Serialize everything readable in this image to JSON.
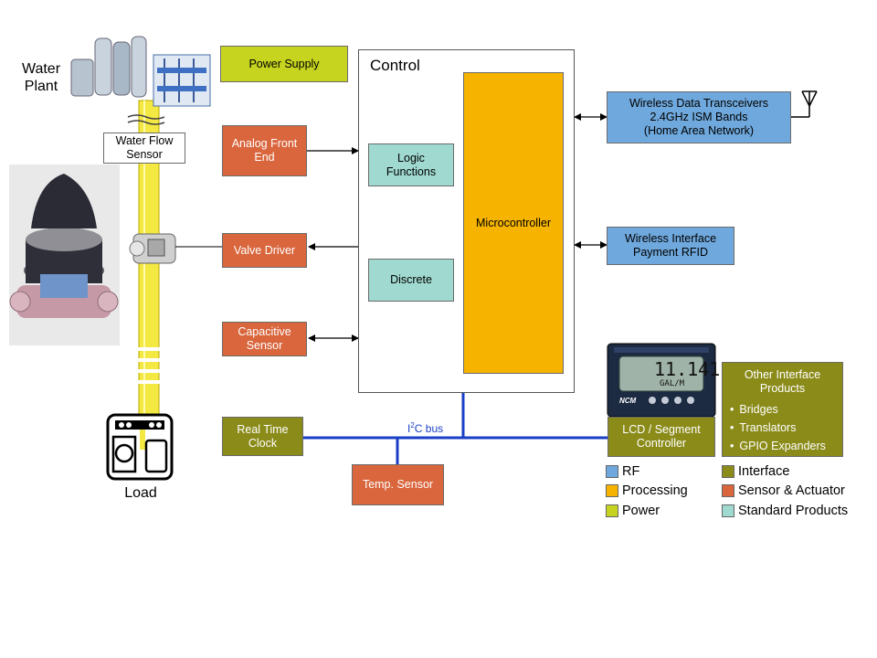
{
  "labels": {
    "water_plant": "Water\nPlant",
    "load": "Load",
    "control": "Control",
    "i2c_prefix": "I",
    "i2c_sup": "2",
    "i2c_suffix": "C bus"
  },
  "blocks": {
    "power_supply": "Power Supply",
    "water_flow_sensor": "Water Flow\nSensor",
    "analog_front_end": "Analog Front\nEnd",
    "valve_driver": "Valve Driver",
    "capacitive_sensor": "Capacitive\nSensor",
    "logic_functions": "Logic\nFunctions",
    "discrete": "Discrete",
    "microcontroller": "Microcontroller",
    "wireless_data": "Wireless Data Transceivers\n2.4GHz ISM Bands\n(Home Area Network)",
    "wireless_interface": "Wireless Interface\nPayment RFID",
    "real_time_clock": "Real Time\nClock",
    "temp_sensor": "Temp. Sensor",
    "lcd_controller": "LCD / Segment\nController",
    "other_interface_title": "Other Interface\nProducts",
    "other_interface_items": [
      "Bridges",
      "Translators",
      "GPIO Expanders"
    ]
  },
  "lcd_display": {
    "reading": "11.141",
    "unit": "GAL/M",
    "brand": "NCM"
  },
  "legend": [
    {
      "label": "RF",
      "color": "#6fa8dc"
    },
    {
      "label": "Processing",
      "color": "#f6b400"
    },
    {
      "label": "Power",
      "color": "#c6d41f"
    },
    {
      "label": "Interface",
      "color": "#8b8b1a"
    },
    {
      "label": "Sensor & Actuator",
      "color": "#d9663d"
    },
    {
      "label": "Standard Products",
      "color": "#9fd9d0"
    }
  ],
  "icons": [
    "water-plant-illustration",
    "water-meter-illustration",
    "valve-illustration",
    "washing-machine-icon",
    "antenna-icon",
    "lcd-meter-illustration"
  ]
}
